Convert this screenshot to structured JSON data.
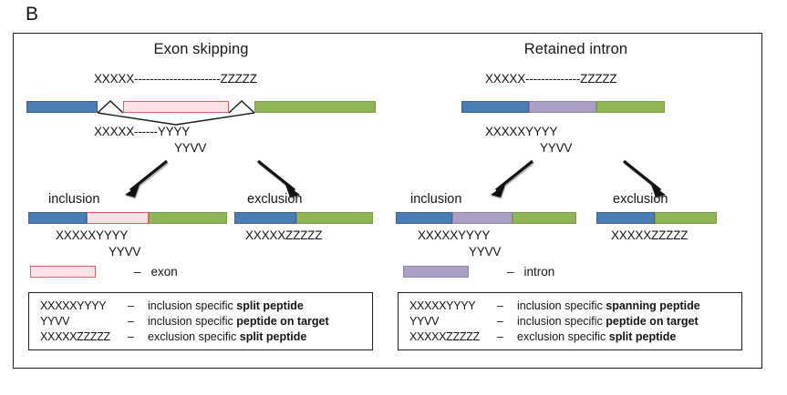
{
  "panel_label": "B",
  "colors": {
    "blue": "#4a7cb5",
    "green": "#90b653",
    "purple": "#ab9fc6",
    "exon_fill": "#fae1e3",
    "exon_border": "#d4606a",
    "frame": "#1d1d1d"
  },
  "panels": [
    {
      "id": "exon-skipping",
      "title": "Exon skipping",
      "top_sequence": "XXXXX----------------------ZZZZZ",
      "bottom_sequence_1": "XXXXX------YYYY",
      "bottom_sequence_2": "YYVV",
      "branches": [
        {
          "id": "inclusion",
          "label": "inclusion",
          "sequence_1": "XXXXXYYYY",
          "sequence_2": "YYVV"
        },
        {
          "id": "exclusion",
          "label": "exclusion",
          "sequence_1": "XXXXXZZZZZ",
          "sequence_2": ""
        }
      ],
      "key": {
        "dash": "–",
        "label": "exon",
        "swatch_kind": "exon"
      },
      "legend": [
        {
          "code": "XXXXXYYYY",
          "sep": "–",
          "prefix": "inclusion specific ",
          "bold": "split peptide"
        },
        {
          "code": "YYVV",
          "sep": "–",
          "prefix": "inclusion specific ",
          "bold": "peptide on target"
        },
        {
          "code": "XXXXXZZZZZ",
          "sep": "–",
          "prefix": "exclusion specific ",
          "bold": "split peptide"
        }
      ]
    },
    {
      "id": "retained-intron",
      "title": "Retained intron",
      "top_sequence": "XXXXX--------------ZZZZZ",
      "bottom_sequence_1": "XXXXXYYYY",
      "bottom_sequence_2": "YYVV",
      "branches": [
        {
          "id": "inclusion",
          "label": "inclusion",
          "sequence_1": "XXXXXYYYY",
          "sequence_2": "YYVV"
        },
        {
          "id": "exclusion",
          "label": "exclusion",
          "sequence_1": "XXXXXZZZZZ",
          "sequence_2": ""
        }
      ],
      "key": {
        "dash": "–",
        "label": "intron",
        "swatch_kind": "intron"
      },
      "legend": [
        {
          "code": "XXXXXYYYY",
          "sep": "–",
          "prefix": "inclusion specific ",
          "bold": "spanning peptide"
        },
        {
          "code": "YYVV",
          "sep": "–",
          "prefix": "inclusion specific ",
          "bold": "peptide on target"
        },
        {
          "code": "XXXXXZZZZZ",
          "sep": "–",
          "prefix": "exclusion specific ",
          "bold": "split peptide"
        }
      ]
    }
  ]
}
